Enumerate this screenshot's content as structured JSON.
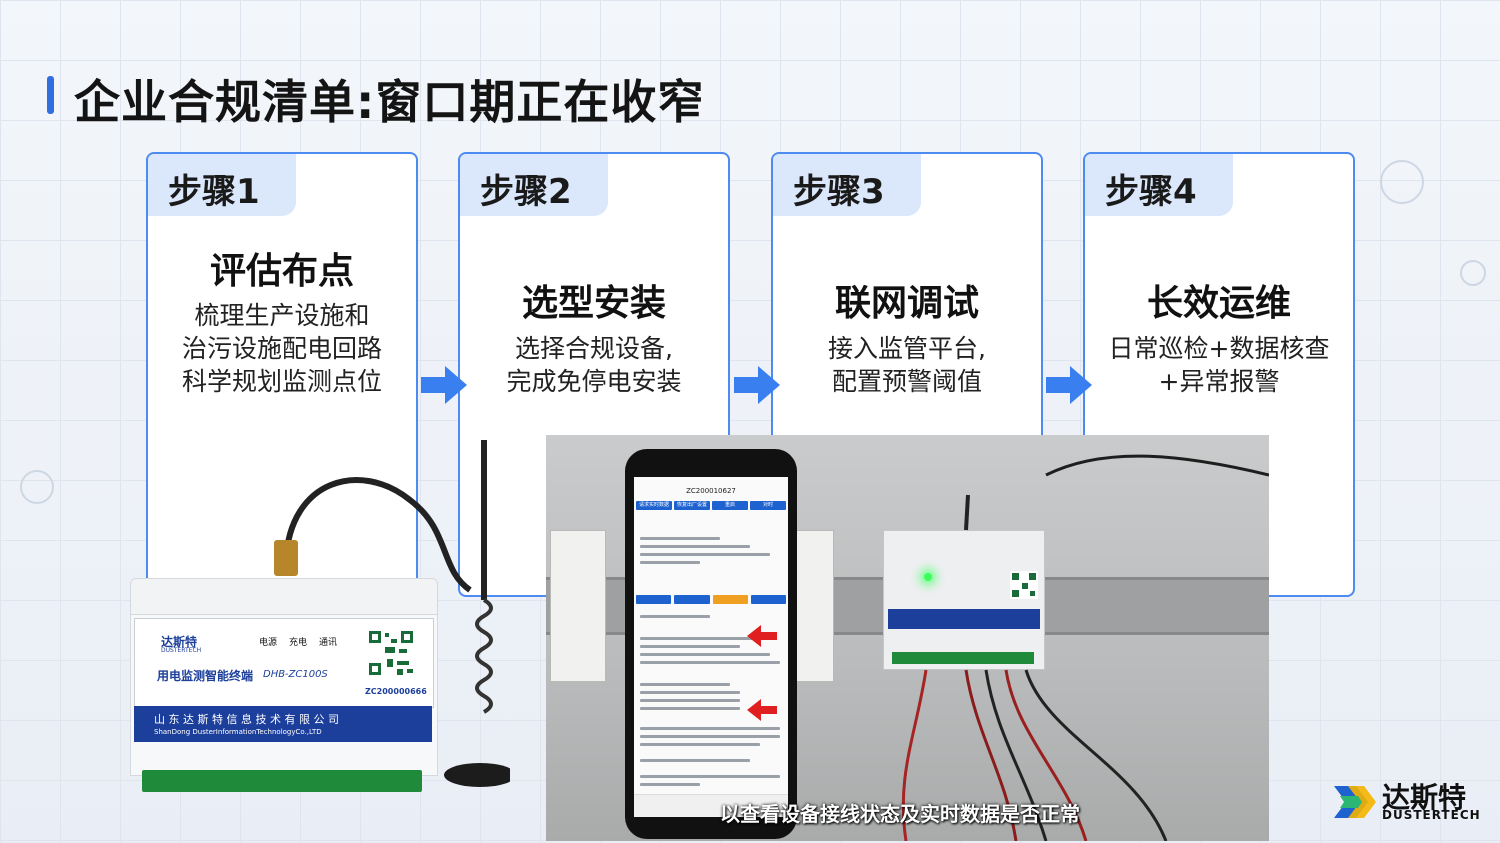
{
  "page_title": "企业合规清单:窗口期正在收窄",
  "steps": [
    {
      "tab": "步骤1",
      "heading": "评估布点",
      "lines": [
        "梳理生产设施和",
        "治污设施配电回路",
        "科学规划监测点位"
      ]
    },
    {
      "tab": "步骤2",
      "heading": "选型安装",
      "lines": [
        "选择合规设备,",
        "完成免停电安装"
      ]
    },
    {
      "tab": "步骤3",
      "heading": "联网调试",
      "lines": [
        "接入监管平台,",
        "配置预警阈值"
      ]
    },
    {
      "tab": "步骤4",
      "heading": "长效运维",
      "lines": [
        "日常巡检+数据核查",
        "+异常报警"
      ]
    }
  ],
  "device": {
    "brand": "达斯特",
    "brand_en": "DUSTERTECH",
    "indicators": [
      "电源",
      "充电",
      "通讯"
    ],
    "product_name": "用电监测智能终端",
    "model": "DHB-ZC100S",
    "serial": "ZC200000666",
    "company": "山 东 达 斯 特 信 息 技 术 有 限 公 司",
    "company_en": "ShanDong DusterInformationTechnologyCo.,LTD"
  },
  "phone": {
    "device_id": "ZC200010627",
    "tabs": [
      "请求实时数据",
      "恢复出厂设置",
      "重启",
      "对时"
    ]
  },
  "caption": "以查看设备接线状态及实时数据是否正常",
  "brand_logo": {
    "name": "达斯特",
    "sub": "DUSTERTECH"
  },
  "colors": {
    "accent": "#2f6fe0",
    "card_border": "#4d8bf0",
    "tab_bg": "#dbe7fb",
    "device_strip": "#1d3f9c",
    "terminal": "#1e8a3a"
  }
}
